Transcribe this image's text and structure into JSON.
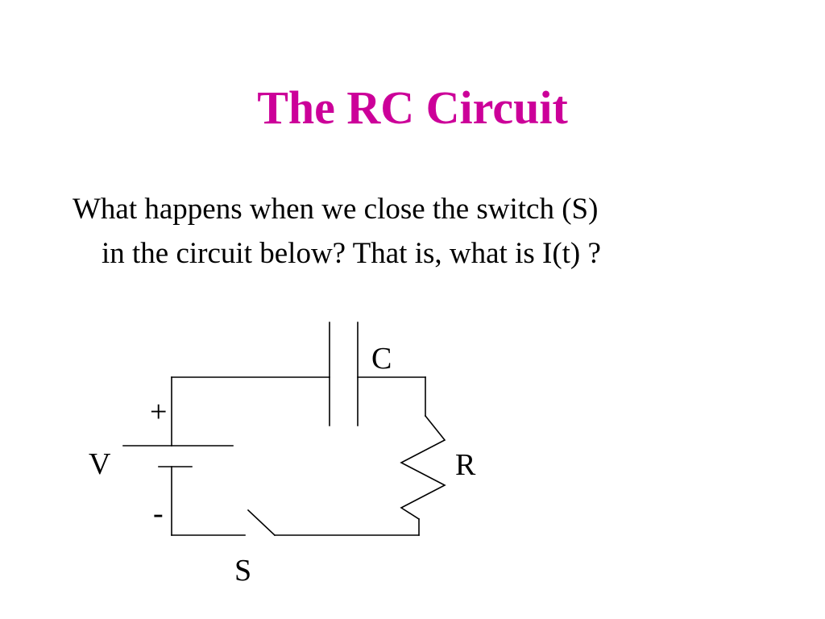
{
  "slide": {
    "title": "The RC Circuit",
    "title_color": "#cc0099",
    "question_line_1": "What happens when we close the switch (S)",
    "question_line_2": "in the circuit below?  That is, what is I(t) ?"
  },
  "circuit": {
    "capacitor_label": "C",
    "resistor_label": "R",
    "battery_label": "V",
    "switch_label": "S",
    "positive_terminal": "+",
    "negative_terminal": "-"
  }
}
